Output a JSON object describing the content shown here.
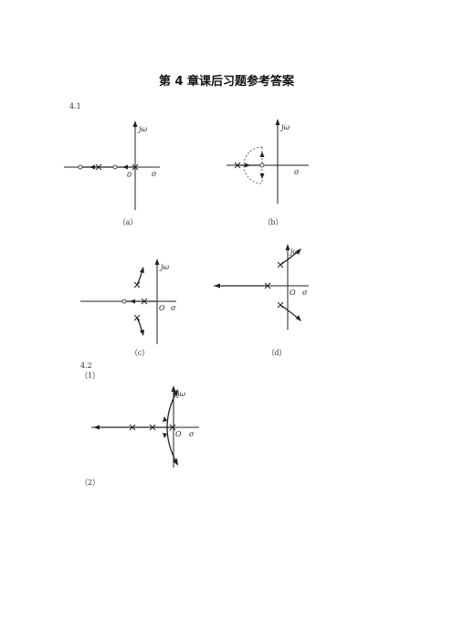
{
  "title": "第 4 章课后习题参考答案",
  "sections": {
    "s41": "4.1",
    "s42": "4.2"
  },
  "parts": {
    "p1": "（1）",
    "p2": "（2）"
  },
  "captions": {
    "a": "（a）",
    "b": "（b）",
    "c": "（c）",
    "d": "（d）"
  },
  "axis_labels": {
    "a": {
      "imag": "jω",
      "real": "σ",
      "origin": "0"
    },
    "b": {
      "imag": "jω",
      "real": "σ"
    },
    "c": {
      "imag": "jω",
      "real": "σ",
      "origin": "O"
    },
    "d": {
      "imag": "jω",
      "real": "σ",
      "origin": "O"
    },
    "e": {
      "imag": "jω",
      "real": "σ",
      "origin": "O"
    }
  }
}
